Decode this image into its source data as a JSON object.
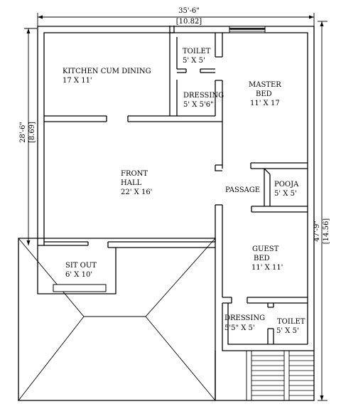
{
  "dimensions": {
    "width_ft": "35'-6\"",
    "width_m": "[10.82]",
    "left_ft": "28'-6\"",
    "left_m": "[8.69]",
    "right_ft": "47'-9\"",
    "right_m": "[14.56]"
  },
  "rooms": {
    "kitchen": {
      "name": "KITCHEN CUM DINING",
      "size": "17 X 11'"
    },
    "toilet_top": {
      "name": "TOILET",
      "size": "5' X 5'"
    },
    "dressing_top": {
      "name": "DRESSING",
      "size": "5' X 5'6\""
    },
    "master_bed": {
      "name_1": "MASTER",
      "name_2": "BED",
      "size": "11' X 17"
    },
    "front_hall": {
      "name_1": "FRONT",
      "name_2": "HALL",
      "size": "22' X 16'"
    },
    "passage": {
      "name": "PASSAGE"
    },
    "pooja": {
      "name": "POOJA",
      "size": "5' X 5'"
    },
    "guest_bed": {
      "name_1": "GUEST",
      "name_2": "BED",
      "size": "11' X 11'"
    },
    "sit_out": {
      "name": "SIT OUT",
      "size": "6' X 10'"
    },
    "dressing_bottom": {
      "name": "DRESSING",
      "size": "5'5\" X 5'"
    },
    "toilet_bottom": {
      "name": "TOILET",
      "size": "5' X 5'"
    }
  }
}
